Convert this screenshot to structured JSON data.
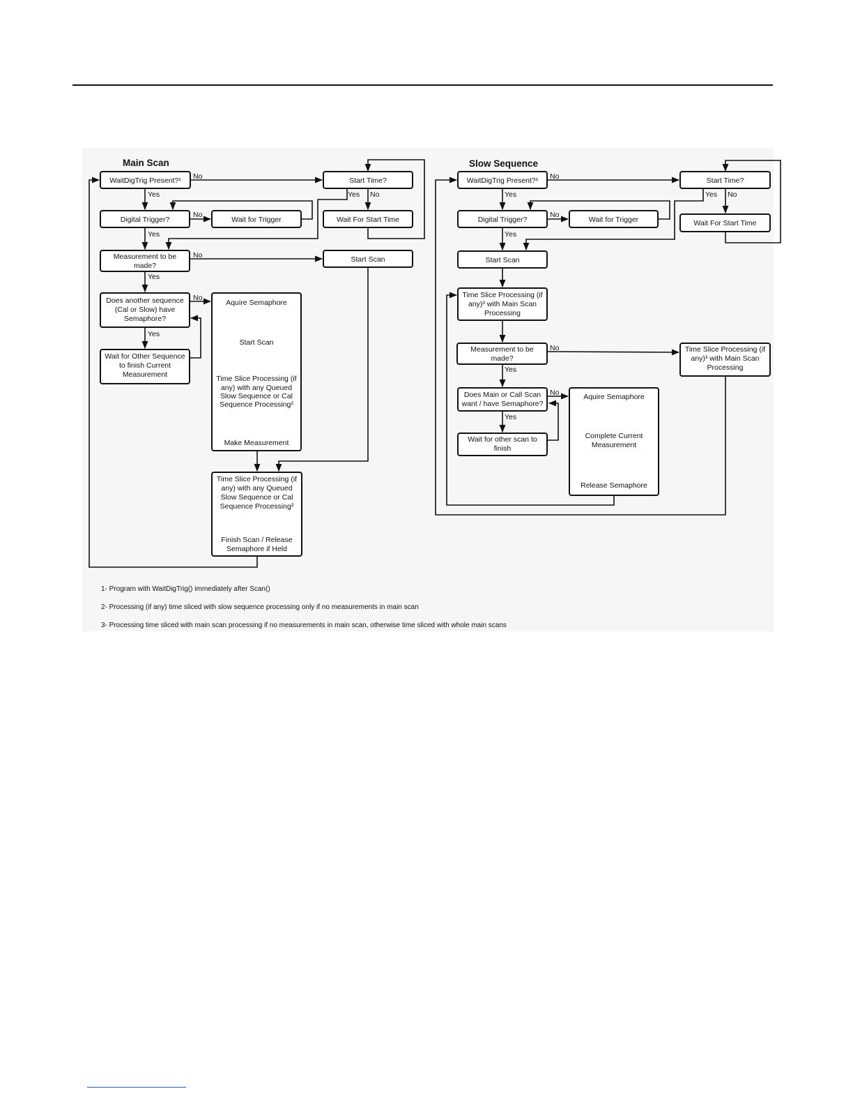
{
  "main_scan": {
    "title": "Main Scan",
    "boxes": {
      "waitdigtrig": [
        "WaitDigTrig Present?¹"
      ],
      "start_time": [
        "Start Time?"
      ],
      "digital_trigger": [
        "Digital Trigger?"
      ],
      "wait_trigger": [
        "Wait for Trigger"
      ],
      "wait_start_time": [
        "Wait For Start Time"
      ],
      "measurement": [
        "Measurement to be",
        "made?"
      ],
      "start_scan": [
        "Start Scan"
      ],
      "another_seq": [
        "Does another sequence",
        "(Cal or Slow) have",
        "Semaphore?"
      ],
      "wait_other": [
        "Wait for Other Sequence",
        "to finish Current",
        "Measurement"
      ],
      "semaphore_block": [
        "Aquire Semaphore",
        "Start Scan",
        "Time Slice Processing (if",
        "any) with any Queued",
        "Slow Sequence or Cal",
        "Sequence Processing²",
        "Make Measurement"
      ],
      "finish_block": [
        "Time Slice Processing (if",
        "any) with any Queued",
        "Slow Sequence or Cal",
        "Sequence Processing²",
        "Finish Scan / Release",
        "Semaphore if Held"
      ]
    }
  },
  "slow_sequence": {
    "title": "Slow Sequence",
    "boxes": {
      "waitdigtrig": [
        "WaitDigTrig Present?¹"
      ],
      "start_time": [
        "Start Time?"
      ],
      "digital_trigger": [
        "Digital Trigger?"
      ],
      "wait_trigger": [
        "Wait for Trigger"
      ],
      "wait_start_time": [
        "Wait For Start Time"
      ],
      "start_scan": [
        "Start Scan"
      ],
      "time_slice": [
        "Time Slice Processing (if",
        "any)³ with Main Scan",
        "Processing"
      ],
      "measurement": [
        "Measurement to be",
        "made?"
      ],
      "time_slice_right": [
        "Time Slice Processing (if",
        "any)³ with Main Scan",
        "Processing"
      ],
      "main_call": [
        "Does Main or Call Scan",
        "want / have Semaphore?"
      ],
      "wait_other": [
        "Wait for other scan to",
        "finish"
      ],
      "semaphore_block": [
        "Aquire Semaphore",
        "Complete Current",
        "Measurement",
        "Release Semaphore"
      ]
    }
  },
  "labels": {
    "yes": "Yes",
    "no": "No"
  },
  "footnotes": [
    "1- Program with WaitDigTrig() immediately after Scan()",
    "2- Processing (if any) time sliced with slow sequence processing only if no measurements in main scan",
    "3- Processing time sliced with main scan processing if no measurements in main scan, otherwise time sliced with whole main scans"
  ]
}
